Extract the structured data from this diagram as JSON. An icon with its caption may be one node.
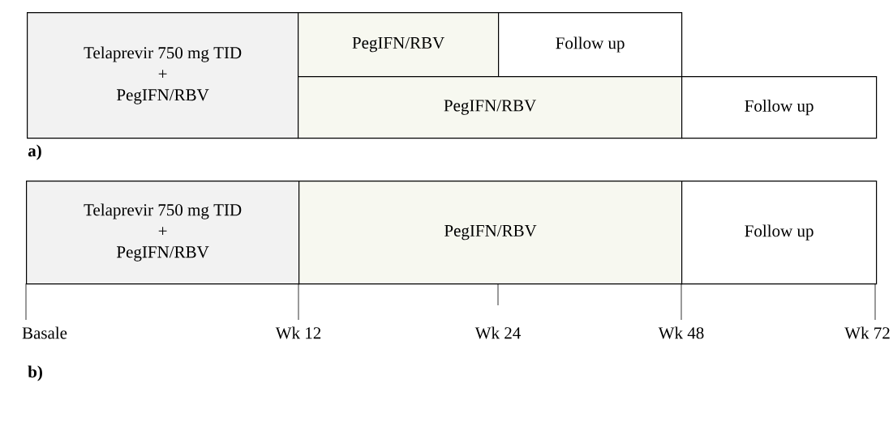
{
  "diagram": {
    "nodes": [
      {
        "text": [
          "Telaprevir 750 mg TID",
          "+",
          "PegIFN/RBV"
        ]
      },
      {
        "text": [
          "PegIFN/RBV"
        ]
      },
      {
        "text": [
          "Follow up"
        ]
      },
      {
        "text": [
          "PegIFN/RBV"
        ]
      },
      {
        "text": [
          "Follow up"
        ]
      },
      {
        "text": [
          "Telaprevir 750 mg TID",
          "+",
          "PegIFN/RBV"
        ]
      },
      {
        "text": [
          "PegIFN/RBV"
        ]
      },
      {
        "text": [
          "Follow up"
        ]
      }
    ],
    "labels": [
      "a)",
      "Basale",
      "Wk 12",
      "Wk 24",
      "Wk 48",
      "Wk 72",
      "b)"
    ]
  }
}
